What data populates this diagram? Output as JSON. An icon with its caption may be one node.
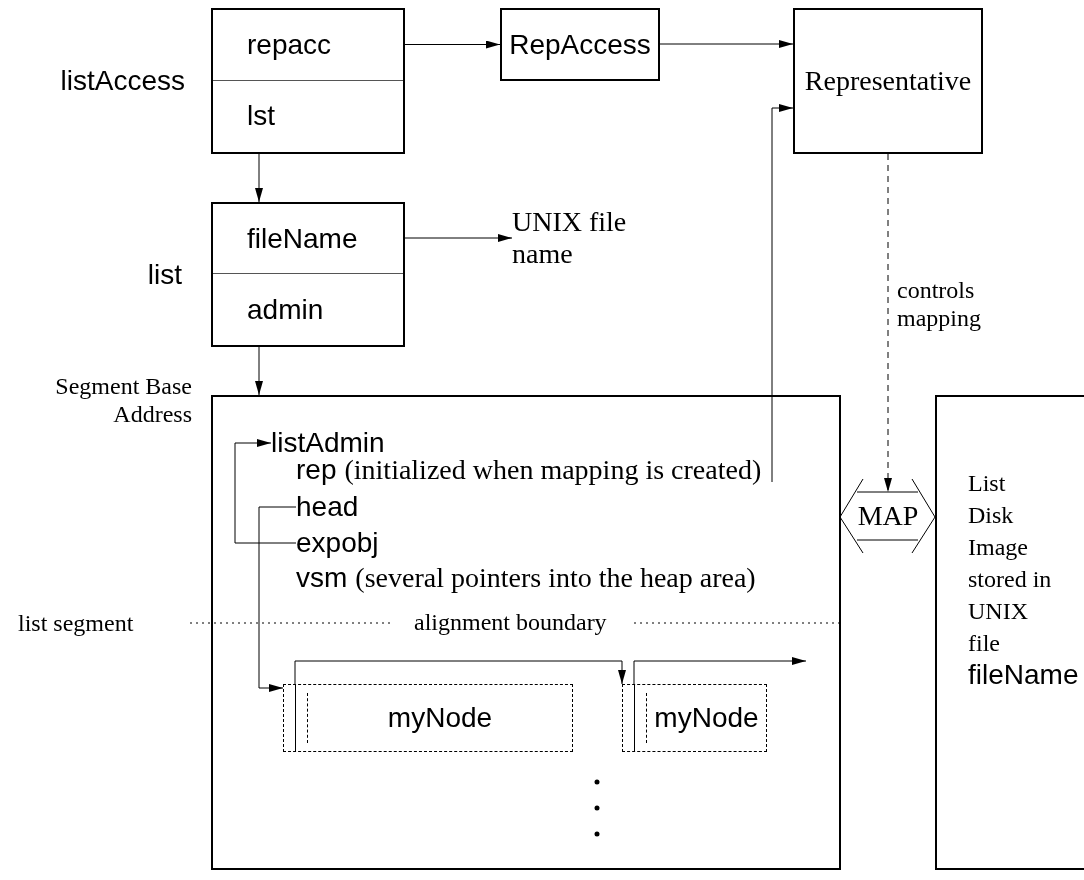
{
  "diagram": {
    "nodes": [
      {
        "text": [],
        "shape": "box",
        "beside": [
          "listAccess"
        ]
      },
      {
        "text": [
          "repacc"
        ],
        "in": 0
      },
      {
        "text": [
          "lst"
        ],
        "in": 0
      },
      {
        "text": [
          "RepAccess"
        ]
      },
      {
        "text": [
          "Representative"
        ]
      },
      {
        "text": [],
        "shape": "box",
        "beside": [
          "list"
        ]
      },
      {
        "text": [
          "fileName"
        ],
        "in": 5
      },
      {
        "text": [
          "admin"
        ],
        "in": 5
      },
      {
        "text": [
          "UNIX file name"
        ]
      },
      {
        "text": [],
        "shape": "box",
        "beside": [
          "Segment Base Address",
          "list segment"
        ]
      },
      {
        "text": [
          "listAdmin"
        ],
        "in": 9
      },
      {
        "text": [
          "rep",
          "(initialized when mapping is created)"
        ],
        "in": 9
      },
      {
        "text": [
          "head"
        ],
        "in": 9
      },
      {
        "text": [
          "expobj"
        ],
        "in": 9
      },
      {
        "text": [
          "myNode"
        ],
        "in": 9
      },
      {
        "text": [
          "myNode"
        ],
        "in": 9
      },
      {
        "text": [
          "MAP"
        ]
      },
      {
        "text": [
          "List Disk Image stored in UNIX file",
          "fileName"
        ]
      }
    ],
    "edges": [
      {
        "from": 1,
        "to": 3,
        "arrow": "to"
      },
      {
        "from": 3,
        "to": 4,
        "arrow": "to"
      },
      {
        "from": 2,
        "to": 5,
        "arrow": "to"
      },
      {
        "from": 6,
        "to": 8,
        "arrow": "to"
      },
      {
        "from": 7,
        "to": 9,
        "arrow": "to"
      },
      {
        "from": 11,
        "to": 4,
        "arrow": "to"
      },
      {
        "from": 13,
        "to": 10,
        "arrow": "to"
      },
      {
        "from": 12,
        "to": 14,
        "arrow": "to"
      },
      {
        "from": 14,
        "to": 15,
        "arrow": "to"
      },
      {
        "from": 15,
        "to": null,
        "arrow": "to"
      },
      {
        "from": 4,
        "to": 16,
        "arrow": "to",
        "style": "dashed",
        "label": "controls mapping"
      }
    ],
    "labels": [
      "vsm",
      "(several pointers into the heap area)",
      "alignment boundary"
    ]
  }
}
